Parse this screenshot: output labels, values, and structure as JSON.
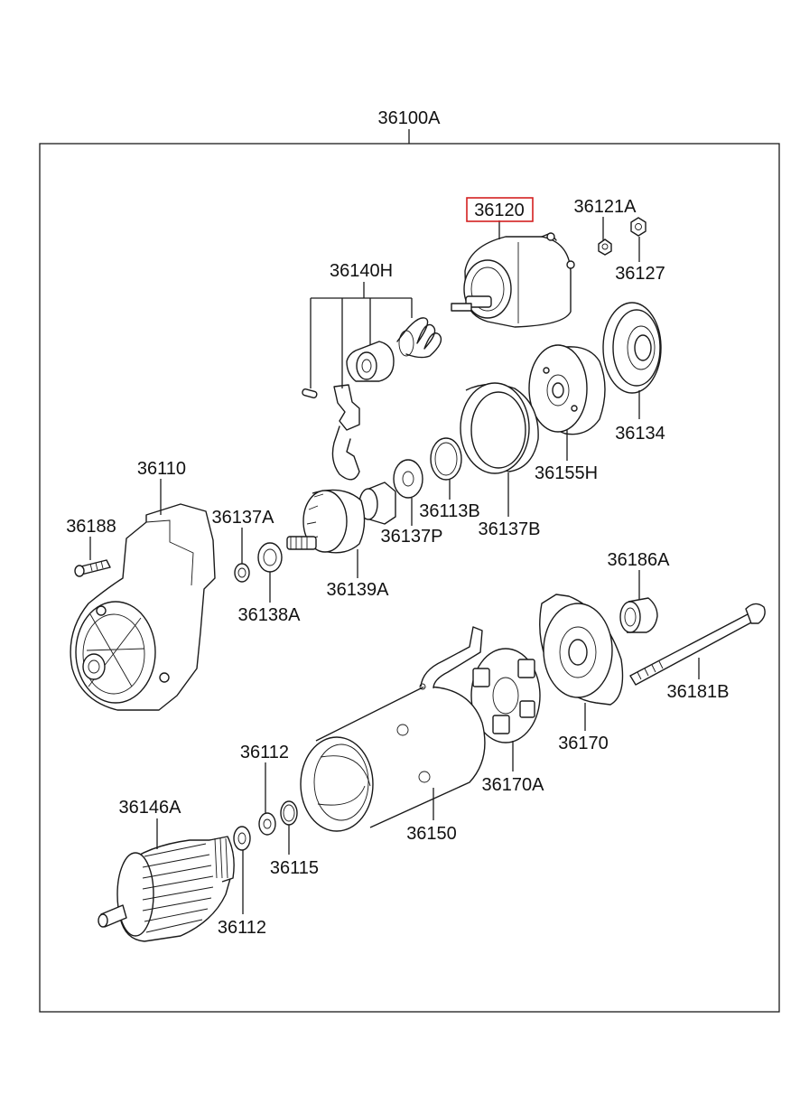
{
  "assembly_label": "36100A",
  "highlighted_part": "36120",
  "highlight_color": "#d42020",
  "parts": {
    "p36120": "36120",
    "p36121A": "36121A",
    "p36127": "36127",
    "p36140H": "36140H",
    "p36134": "36134",
    "p36155H": "36155H",
    "p36110": "36110",
    "p36137A": "36137A",
    "p36188": "36188",
    "p36113B": "36113B",
    "p36137P": "36137P",
    "p36137B": "36137B",
    "p36139A": "36139A",
    "p36138A": "36138A",
    "p36186A": "36186A",
    "p36181B": "36181B",
    "p36170": "36170",
    "p36170A": "36170A",
    "p36112_top": "36112",
    "p36146A": "36146A",
    "p36115": "36115",
    "p36150": "36150",
    "p36112_bottom": "36112"
  }
}
